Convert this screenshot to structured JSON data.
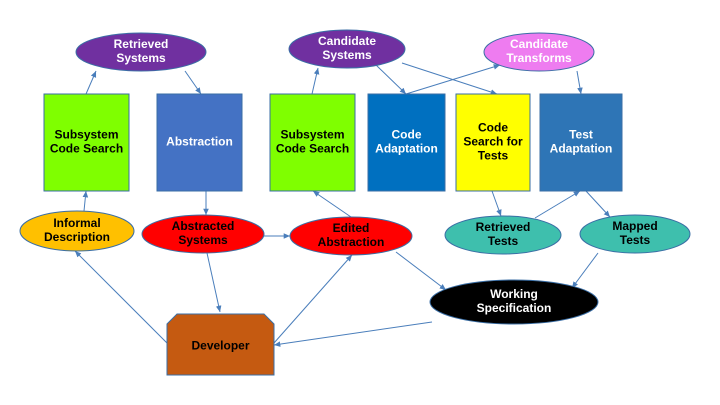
{
  "nodes": {
    "retrieved_systems": {
      "lines": [
        "Retrieved",
        "Systems"
      ],
      "fill": "#7030a0",
      "text": "#ffffff"
    },
    "candidate_systems": {
      "lines": [
        "Candidate",
        "Systems"
      ],
      "fill": "#7030a0",
      "text": "#ffffff"
    },
    "candidate_transforms": {
      "lines": [
        "Candidate",
        "Transforms"
      ],
      "fill": "#ee7cf0",
      "text": "#ffffff"
    },
    "subsystem_code_search_1": {
      "lines": [
        "Subsystem",
        "Code Search"
      ],
      "fill": "#7fff00",
      "text": "#000000"
    },
    "abstraction": {
      "lines": [
        "Abstraction"
      ],
      "fill": "#4472c4",
      "text": "#ffffff"
    },
    "subsystem_code_search_2": {
      "lines": [
        "Subsystem",
        "Code Search"
      ],
      "fill": "#7fff00",
      "text": "#000000"
    },
    "code_adaptation": {
      "lines": [
        "Code",
        "Adaptation"
      ],
      "fill": "#0070c0",
      "text": "#ffffff"
    },
    "code_search_for_tests": {
      "lines": [
        "Code",
        "Search for",
        "Tests"
      ],
      "fill": "#ffff00",
      "text": "#000000"
    },
    "test_adaptation": {
      "lines": [
        "Test",
        "Adaptation"
      ],
      "fill": "#2e75b6",
      "text": "#ffffff"
    },
    "informal_description": {
      "lines": [
        "Informal",
        "Description"
      ],
      "fill": "#ffc000",
      "text": "#000000"
    },
    "abstracted_systems": {
      "lines": [
        "Abstracted",
        "Systems"
      ],
      "fill": "#ff0000",
      "text": "#000000"
    },
    "edited_abstraction": {
      "lines": [
        "Edited",
        "Abstraction"
      ],
      "fill": "#ff0000",
      "text": "#000000"
    },
    "retrieved_tests": {
      "lines": [
        "Retrieved",
        "Tests"
      ],
      "fill": "#3ebfad",
      "text": "#000000"
    },
    "mapped_tests": {
      "lines": [
        "Mapped",
        "Tests"
      ],
      "fill": "#3ebfad",
      "text": "#000000"
    },
    "working_specification": {
      "lines": [
        "Working",
        "Specification"
      ],
      "fill": "#000000",
      "text": "#ffffff"
    },
    "developer": {
      "lines": [
        "Developer"
      ],
      "fill": "#c55a11",
      "text": "#000000"
    }
  },
  "edges": [
    [
      "subsystem_code_search_1",
      "retrieved_systems"
    ],
    [
      "retrieved_systems",
      "abstraction"
    ],
    [
      "abstraction",
      "abstracted_systems"
    ],
    [
      "abstracted_systems",
      "edited_abstraction"
    ],
    [
      "abstracted_systems",
      "developer"
    ],
    [
      "informal_description",
      "subsystem_code_search_1"
    ],
    [
      "developer",
      "informal_description"
    ],
    [
      "developer",
      "edited_abstraction"
    ],
    [
      "edited_abstraction",
      "subsystem_code_search_2"
    ],
    [
      "edited_abstraction",
      "working_specification"
    ],
    [
      "subsystem_code_search_2",
      "candidate_systems"
    ],
    [
      "candidate_systems",
      "code_adaptation"
    ],
    [
      "candidate_systems",
      "code_search_for_tests"
    ],
    [
      "code_adaptation",
      "candidate_transforms"
    ],
    [
      "candidate_transforms",
      "test_adaptation"
    ],
    [
      "code_search_for_tests",
      "retrieved_tests"
    ],
    [
      "retrieved_tests",
      "test_adaptation"
    ],
    [
      "test_adaptation",
      "mapped_tests"
    ],
    [
      "mapped_tests",
      "working_specification"
    ],
    [
      "working_specification",
      "developer"
    ]
  ]
}
